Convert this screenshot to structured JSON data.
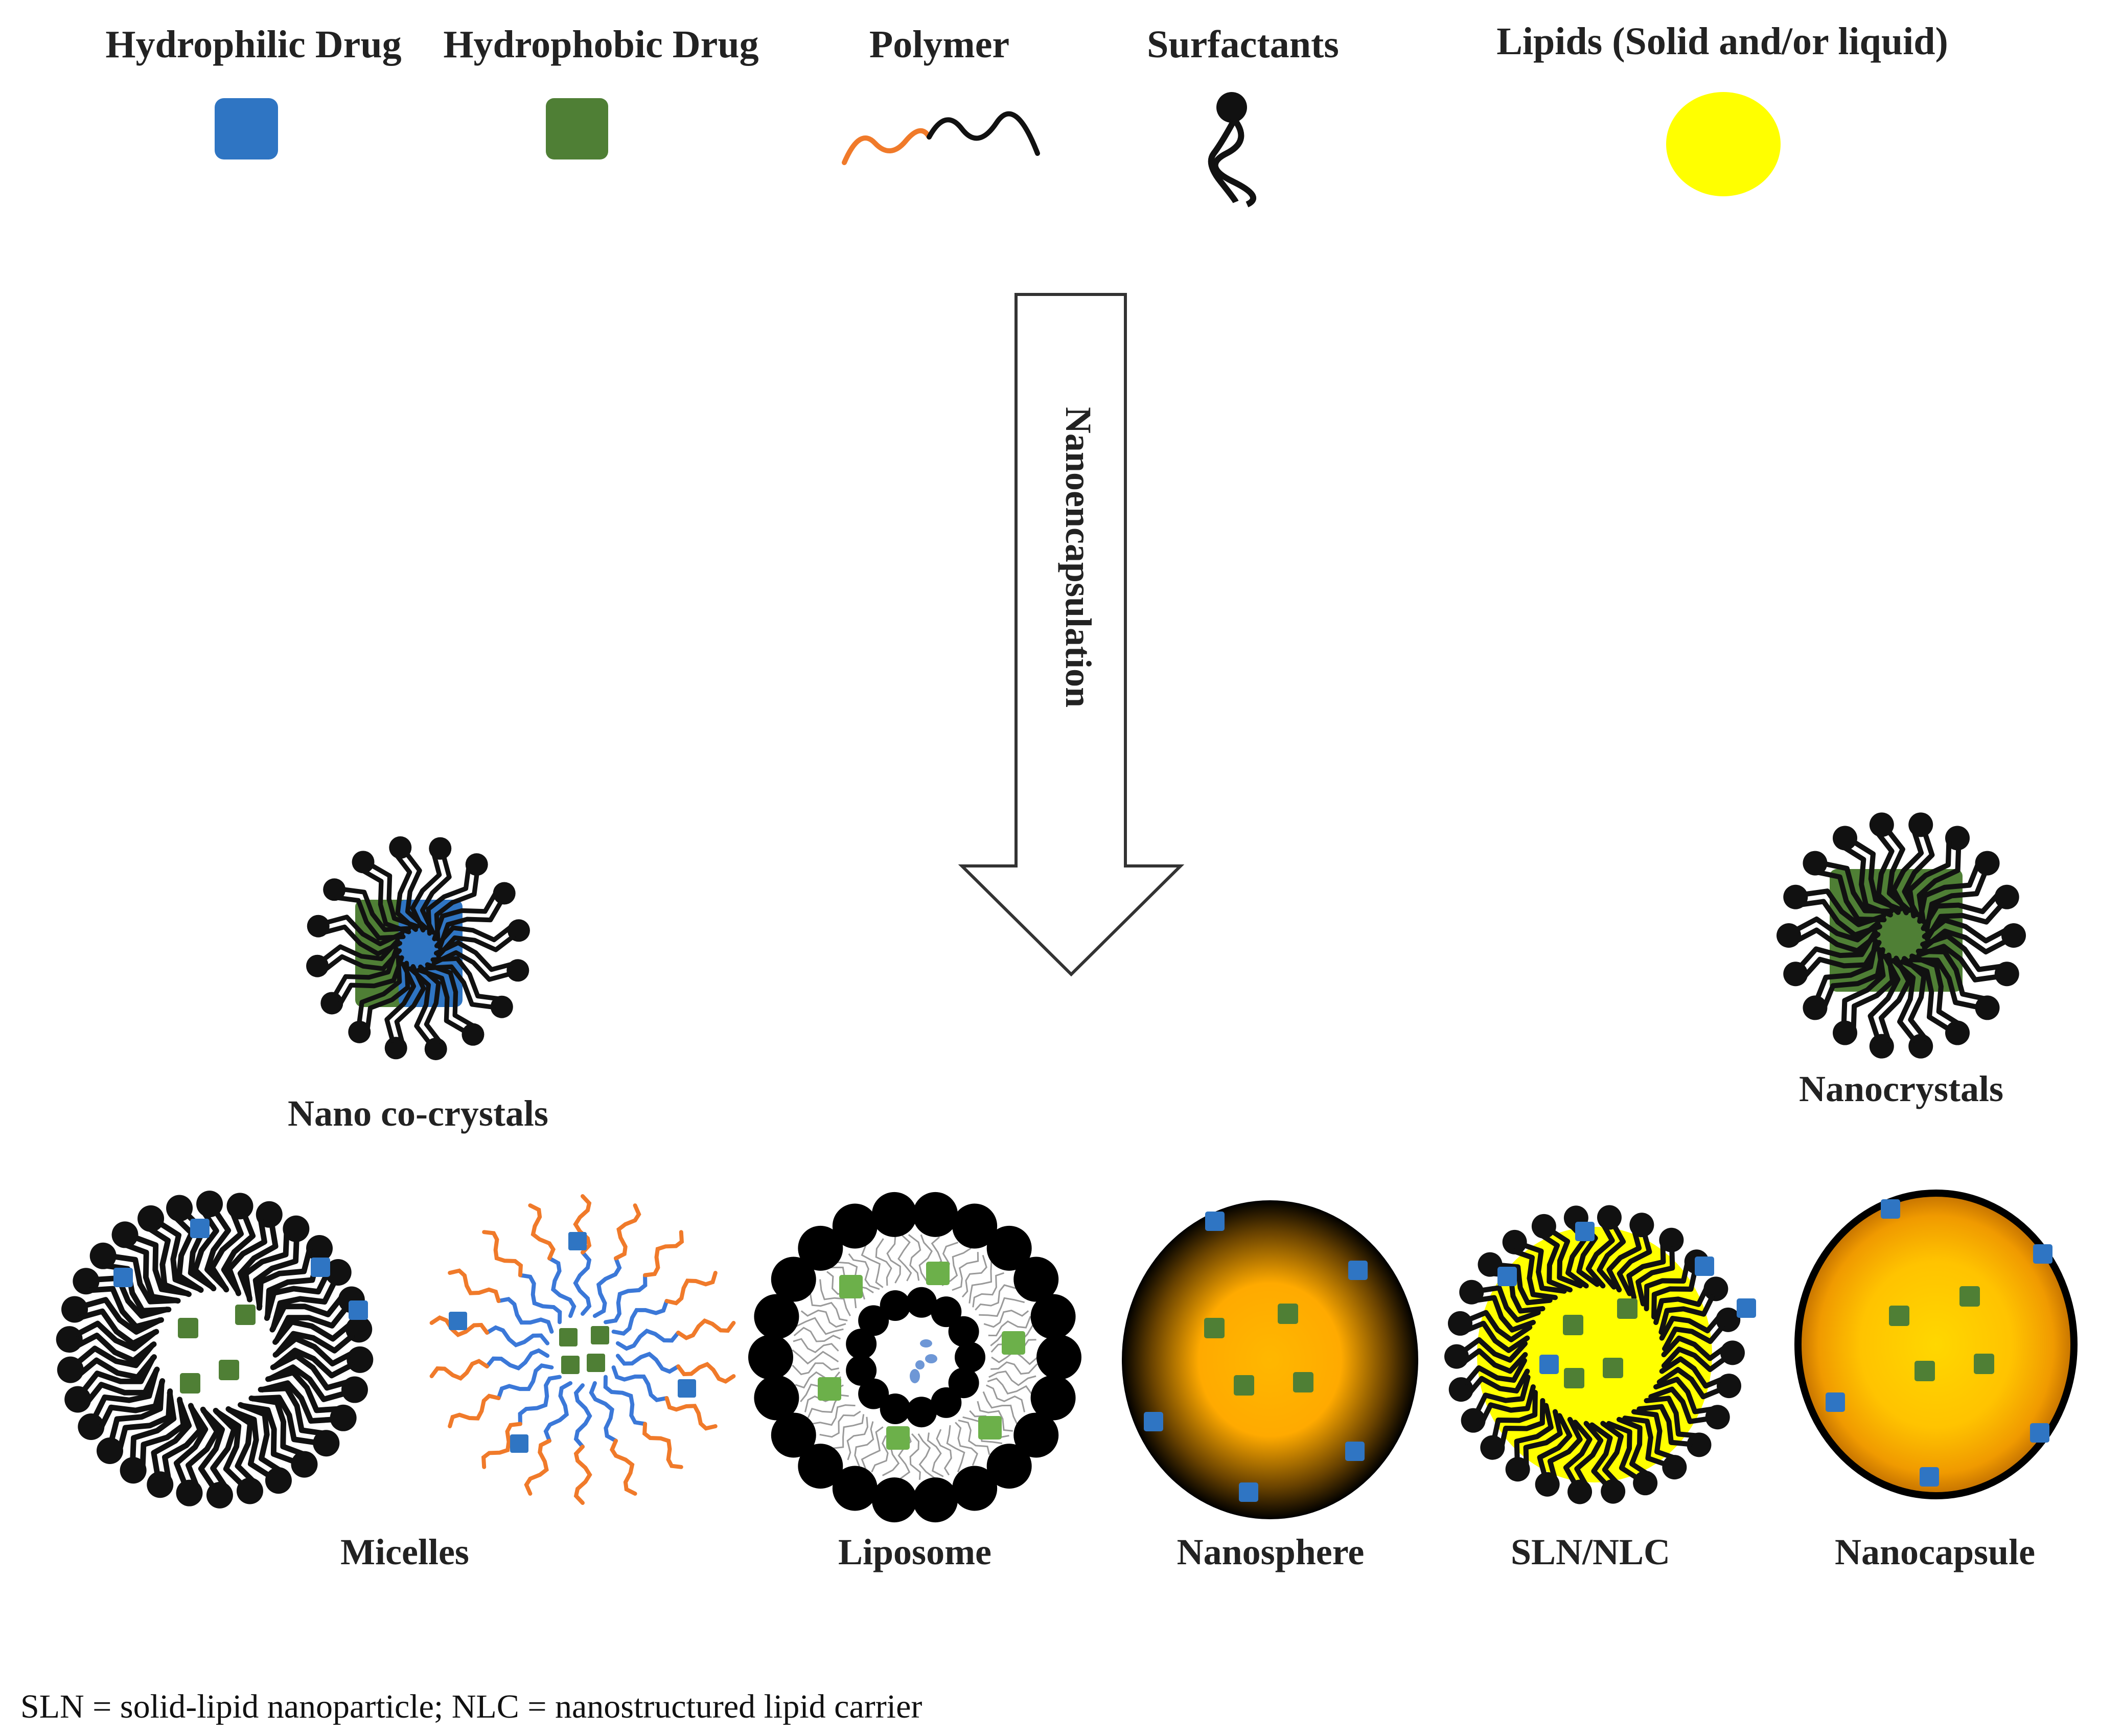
{
  "legend": {
    "hydrophilic_drug": "Hydrophilic Drug",
    "hydrophobic_drug": "Hydrophobic Drug",
    "polymer": "Polymer",
    "surfactants": "Surfactants",
    "lipids": "Lipids (Solid and/or liquid)"
  },
  "arrow": {
    "label": "Nanoencapsulation"
  },
  "structures": {
    "nano_cocrystals": "Nano co-crystals",
    "nanocrystals": "Nanocrystals",
    "micelles": "Micelles",
    "liposome": "Liposome",
    "nanosphere": "Nanosphere",
    "sln_nlc": "SLN/NLC",
    "nanocapsule": "Nanocapsule"
  },
  "footnote": "SLN = solid-lipid nanoparticle; NLC = nanostructured lipid carrier",
  "colors": {
    "hydrophilic": "#2f75c3",
    "hydrophobic": "#4f7f35",
    "hydrophobic_light": "#6cb04a",
    "polymer_orange": "#f07a2a",
    "polymer_blue": "#3b78d8",
    "lipid_yellow": "#ffff00",
    "core_orange": "#ffb300",
    "surfactant": "#111111"
  }
}
